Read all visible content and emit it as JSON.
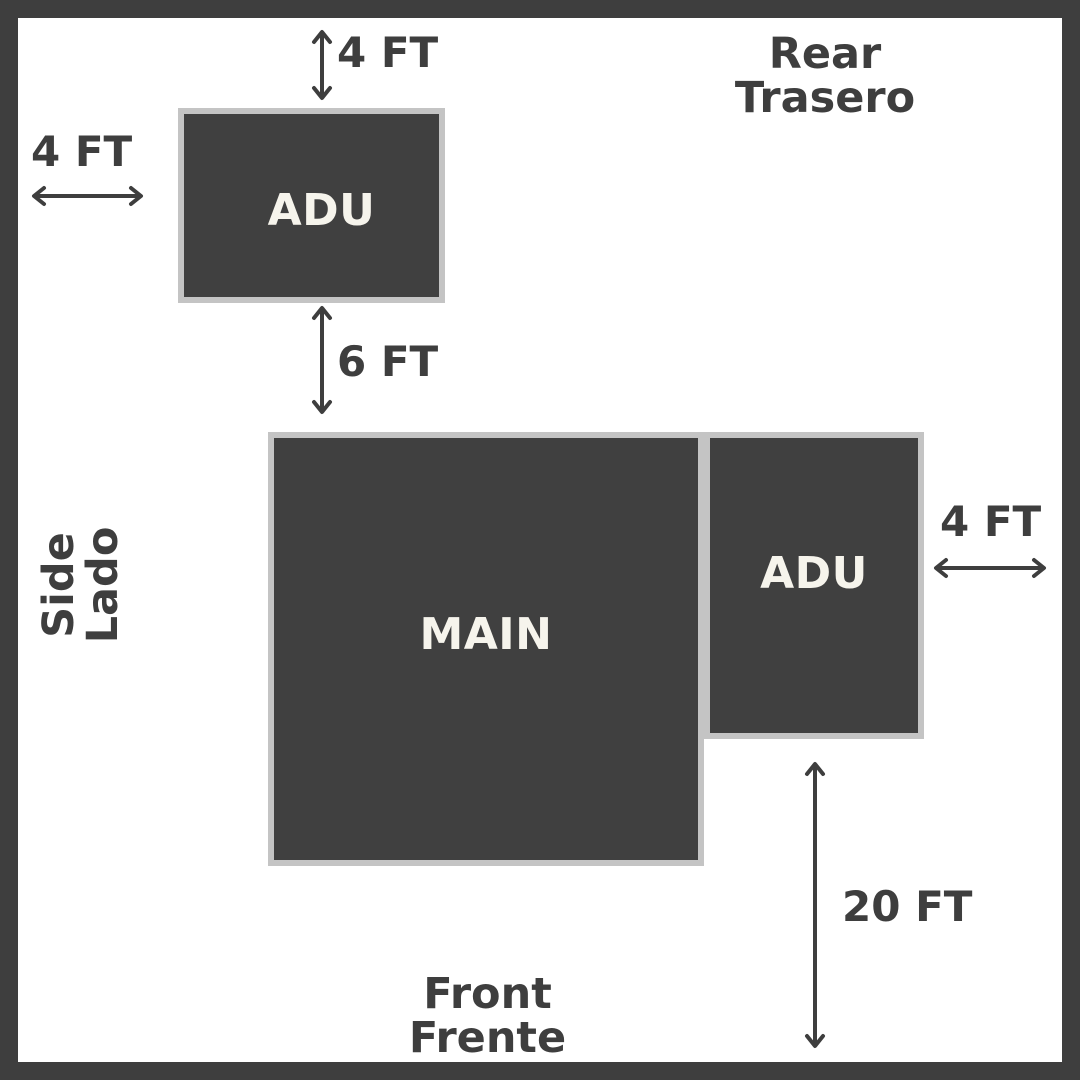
{
  "buildings": {
    "main": "MAIN",
    "adu_rear": "ADU",
    "adu_side": "ADU"
  },
  "lot_sides": {
    "rear": [
      "Rear",
      "Trasero"
    ],
    "front": [
      "Front",
      "Frente"
    ],
    "side": [
      "Side",
      "Lado"
    ]
  },
  "setbacks": {
    "rear_to_adu": "4 FT",
    "side_to_adu": "4 FT",
    "adu_to_main": "6 FT",
    "adu_side_to_lot": "4 FT",
    "front_to_adu": "20 FT"
  },
  "colors": {
    "building_fill": "#404040",
    "building_outline": "#c4c4c4",
    "lot_border": "#3e3e3e",
    "building_label": "#f6f4ec"
  }
}
